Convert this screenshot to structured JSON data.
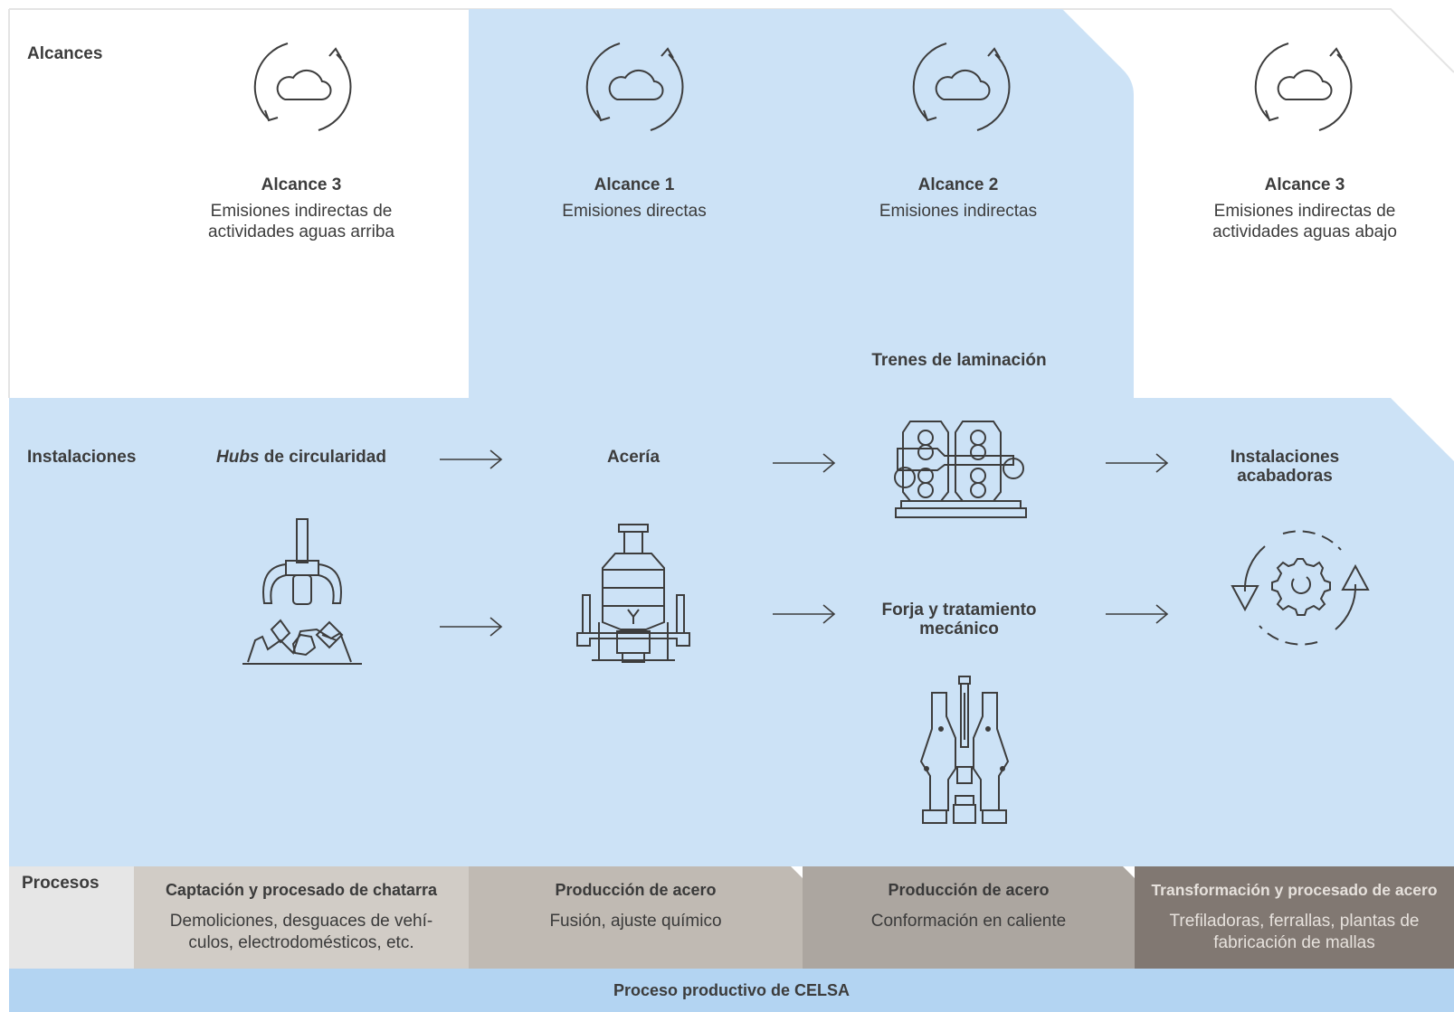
{
  "row_labels": {
    "scopes": "Alcances",
    "facilities": "Instalaciones",
    "processes": "Procesos"
  },
  "scopes": [
    {
      "title": "Alcance 3",
      "desc": "Emisiones indirectas de actividades aguas arriba",
      "icon": "cloud-cycle-icon"
    },
    {
      "title": "Alcance 1",
      "desc": "Emisiones directas",
      "icon": "cloud-cycle-icon"
    },
    {
      "title": "Alcance 2",
      "desc": "Emisiones indirectas",
      "icon": "cloud-cycle-icon"
    },
    {
      "title": "Alcance 3",
      "desc": "Emisiones indirectas de actividades aguas abajo",
      "icon": "cloud-cycle-icon"
    }
  ],
  "facilities": {
    "hubs_italic": "Hubs",
    "hubs_rest": " de circularidad",
    "steelworks": "Acería",
    "rolling_mills": "Trenes de laminación",
    "forging": "Forja y tratamiento mecánico",
    "finishing": "Instalaciones acabadoras"
  },
  "processes": [
    {
      "title": "Captación y procesado de chatarra",
      "desc": "Demoliciones, desguaces de vehí-culos, electrodomésticos, etc.",
      "color": "#d1ccc6",
      "text_color": "#3c3c3c"
    },
    {
      "title": "Producción de acero",
      "desc": "Fusión, ajuste químico",
      "color": "#c0bab3",
      "text_color": "#3c3c3c"
    },
    {
      "title": "Producción de acero",
      "desc": "Conformación en caliente",
      "color": "#aca6a0",
      "text_color": "#3c3c3c"
    },
    {
      "title": "Transformación y procesado de acero",
      "desc": "Trefiladoras, ferrallas, plantas de fabricación de mallas",
      "color": "#817872",
      "text_color": "#e6e1dc"
    }
  ],
  "footer": "Proceso productivo de CELSA",
  "colors": {
    "light_blue": "#cce2f6",
    "footer_blue": "#b3d4f2",
    "process_label_bg": "#e6e6e6",
    "icon_stroke": "#3d3d3d"
  }
}
